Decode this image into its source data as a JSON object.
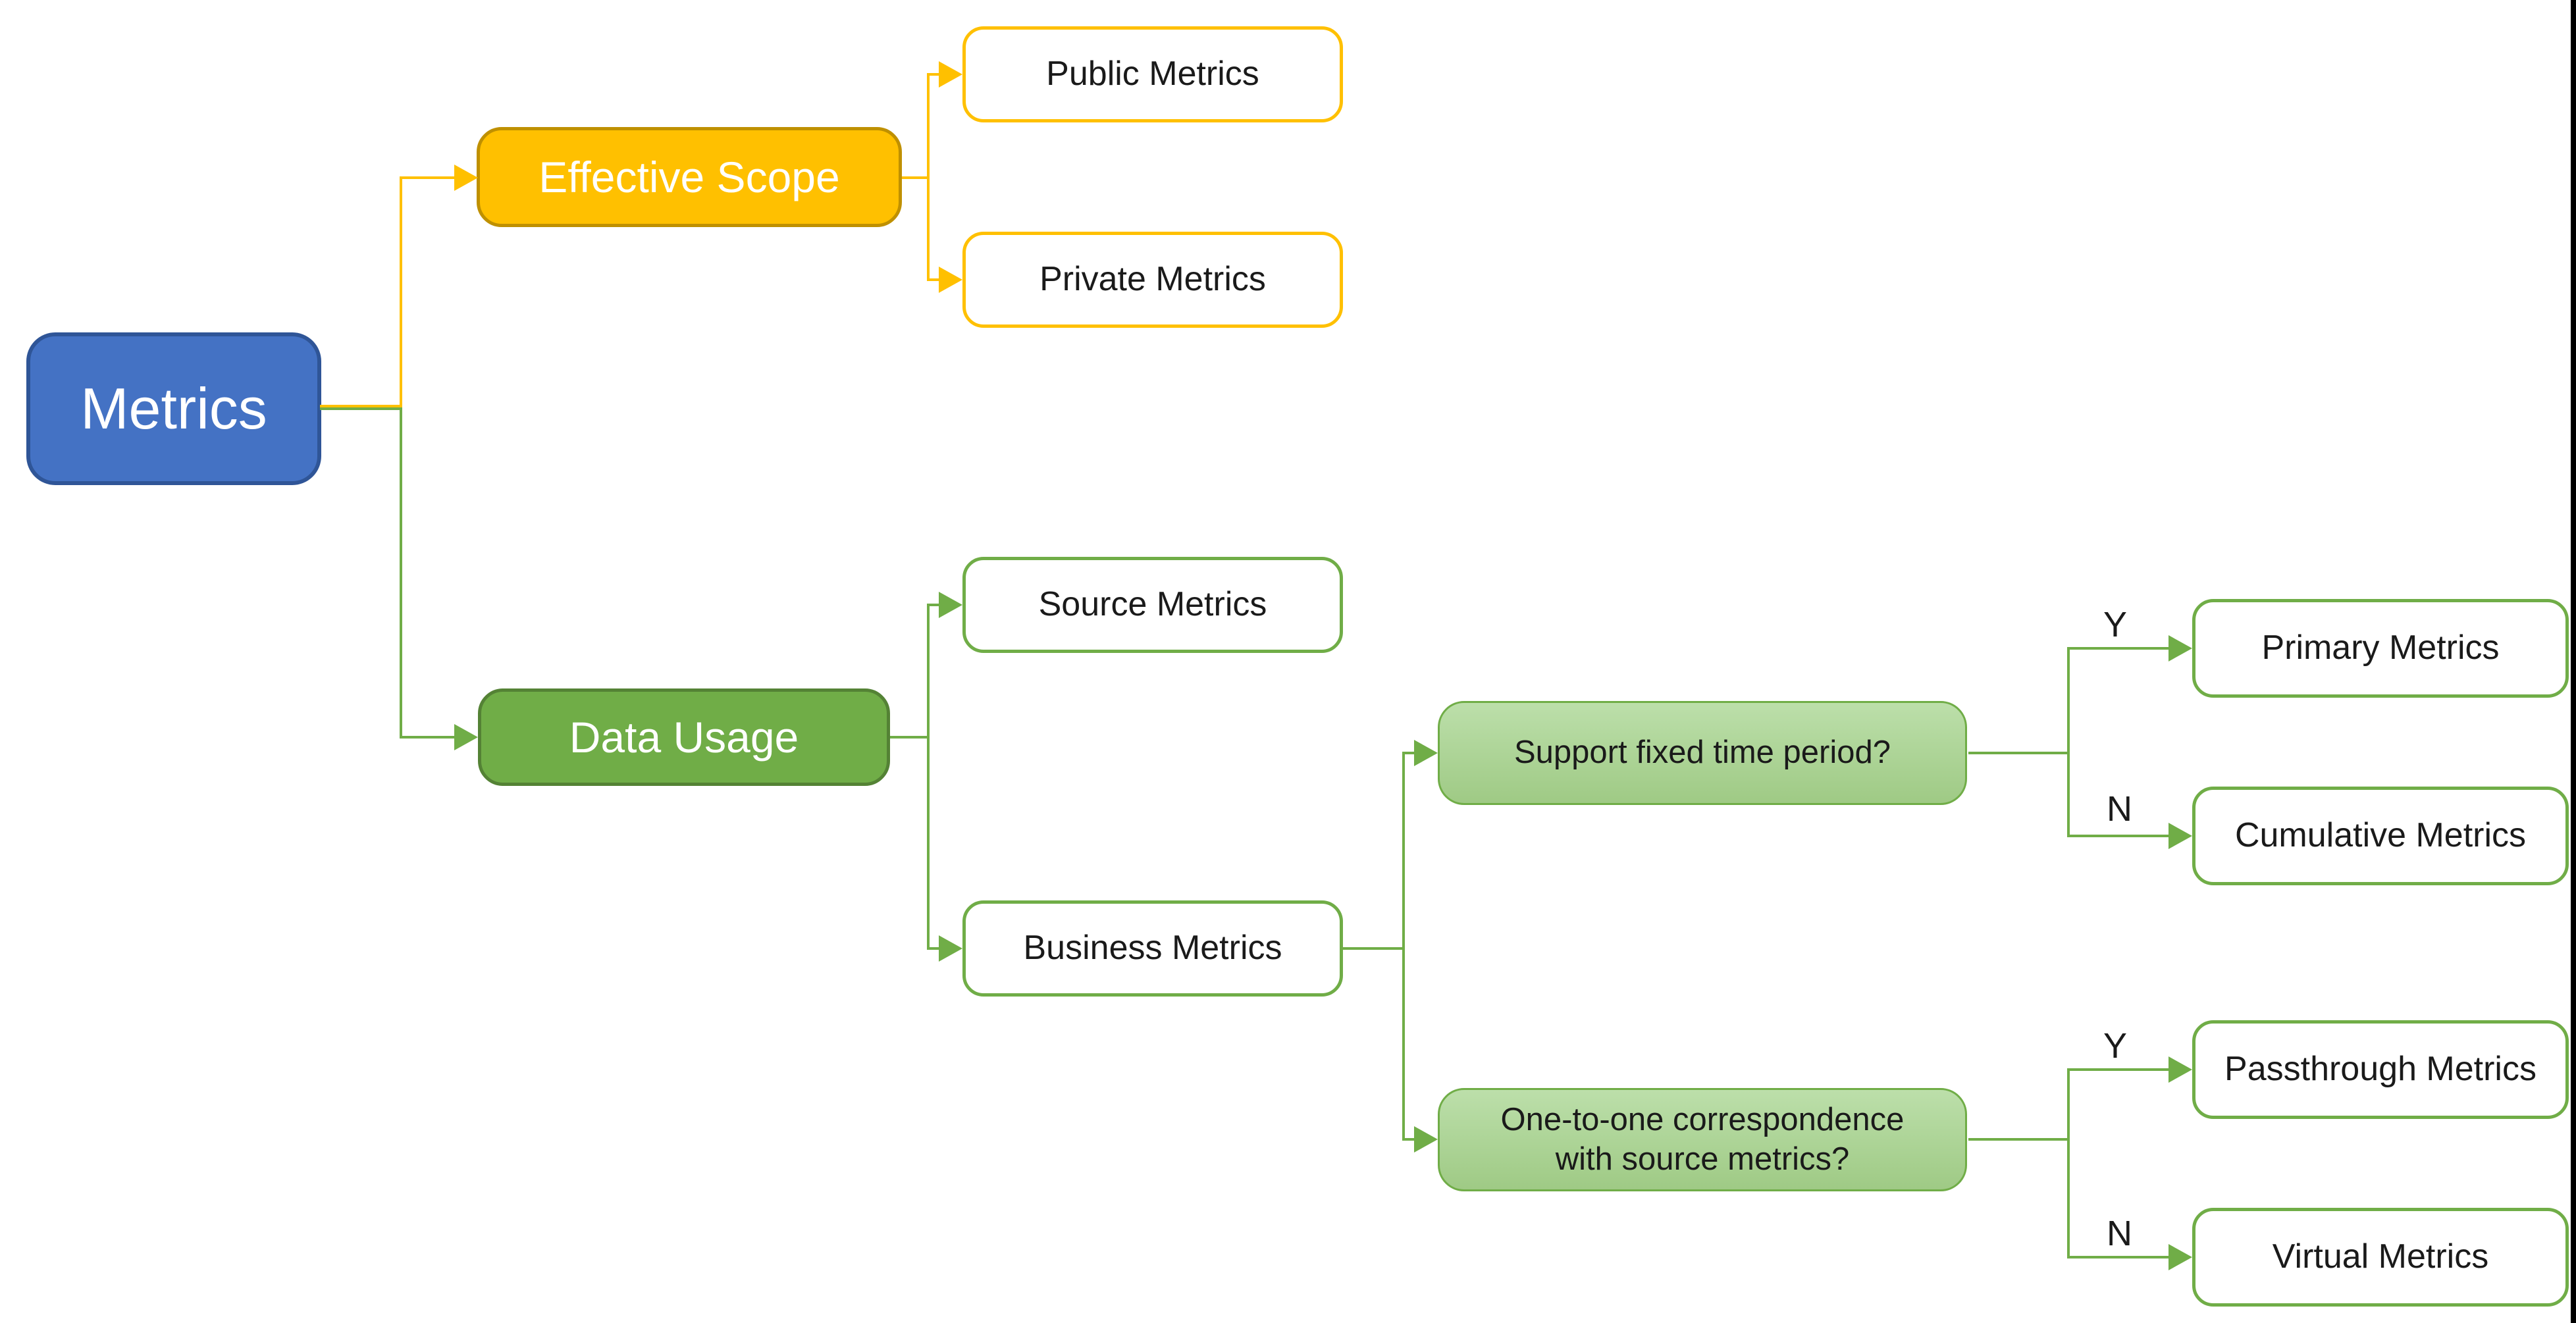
{
  "tree": {
    "root": {
      "label": "Metrics"
    },
    "effective_scope": {
      "label": "Effective Scope",
      "public": {
        "label": "Public Metrics"
      },
      "private": {
        "label": "Private Metrics"
      }
    },
    "data_usage": {
      "label": "Data Usage",
      "source": {
        "label": "Source Metrics"
      },
      "business": {
        "label": "Business Metrics"
      }
    },
    "decisions": {
      "time_period": {
        "question": "Support fixed time period?",
        "yes_label": "Y",
        "no_label": "N",
        "yes": {
          "label": "Primary Metrics"
        },
        "no": {
          "label": "Cumulative Metrics"
        }
      },
      "correspondence": {
        "question": "One-to-one correspondence\nwith source metrics?",
        "yes_label": "Y",
        "no_label": "N",
        "yes": {
          "label": "Passthrough Metrics"
        },
        "no": {
          "label": "Virtual Metrics"
        }
      }
    }
  },
  "colors": {
    "root_fill": "#4472C4",
    "root_border": "#2F5597",
    "scope_fill": "#FFC000",
    "scope_border": "#BF9000",
    "usage_fill": "#70AD47",
    "usage_border": "#548235",
    "leaf_border_yellow": "#FFC000",
    "leaf_border_green": "#70AD47",
    "decision_top": "#BCDFAA",
    "decision_bottom": "#9FCA85",
    "decision_border": "#70AD47",
    "edge_yellow": "#FFC000",
    "edge_green": "#70AD47",
    "text_dark": "#1A1A1A",
    "text_light": "#FFFFFF",
    "screen_edge": "#000000"
  }
}
